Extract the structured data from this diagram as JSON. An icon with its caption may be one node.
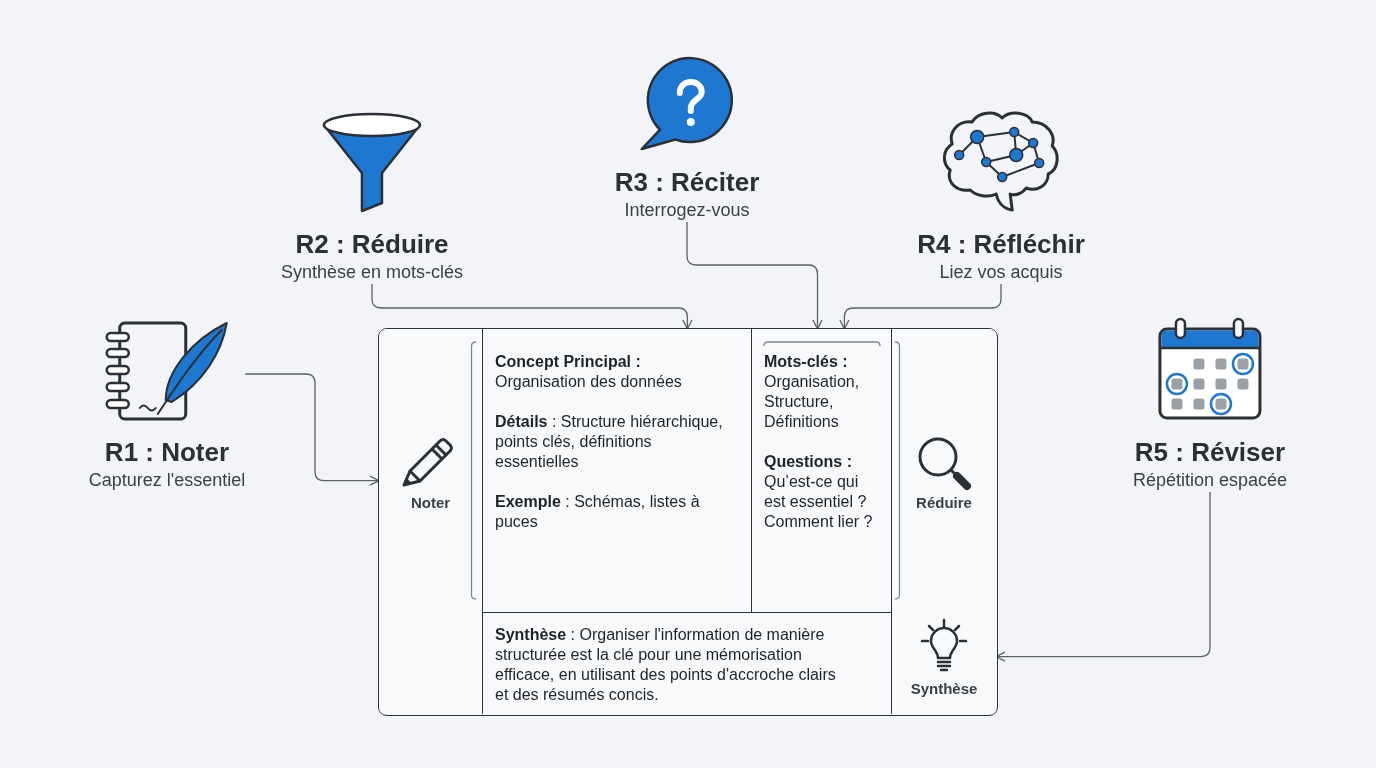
{
  "diagram": {
    "nodes": [
      {
        "text": [
          "R1 : Noter",
          "Capturez l'essentiel"
        ]
      },
      {
        "text": [
          "R2 : Réduire",
          "Synthèse en mots-clés"
        ]
      },
      {
        "text": [
          "R3 : Réciter",
          "Interrogez-vous"
        ]
      },
      {
        "text": [
          "R4 : Réfléchir",
          "Liez vos acquis"
        ]
      },
      {
        "text": [
          "R5 : Réviser",
          "Répétition espacée"
        ]
      },
      {
        "text": [],
        "shape": "box"
      },
      {
        "text": [
          "Noter"
        ],
        "in": 5
      },
      {
        "text": [
          "Concept Principal :",
          "Organisation des données",
          "**Détails** : Structure hiérarchique, points clés, définitions essentielles",
          "**Exemple** : Schémas, listes à puces"
        ],
        "in": 5
      },
      {
        "text": [
          "Mots-clés :",
          "Organisation, Structure, Définitions",
          "Questions :",
          "Qu’est-ce qui est essentiel ? Comment lier ?"
        ],
        "in": 5
      },
      {
        "text": [
          "Réduire",
          "Synthèse"
        ],
        "in": 5
      },
      {
        "text": [
          "**Synthèse** : Organiser l'information de manière structurée est la clé pour une mémorisation efficace, en utilisant des points d'accroche clairs et des résumés concis."
        ],
        "in": 5
      }
    ],
    "edges": [
      {
        "from": 0,
        "to": 6,
        "arrow": "to"
      },
      {
        "from": 1,
        "to": 7,
        "arrow": "to"
      },
      {
        "from": 2,
        "to": 8,
        "arrow": "to"
      },
      {
        "from": 3,
        "to": 8,
        "arrow": "to"
      },
      {
        "from": 4,
        "to": 9,
        "arrow": "to"
      }
    ]
  }
}
